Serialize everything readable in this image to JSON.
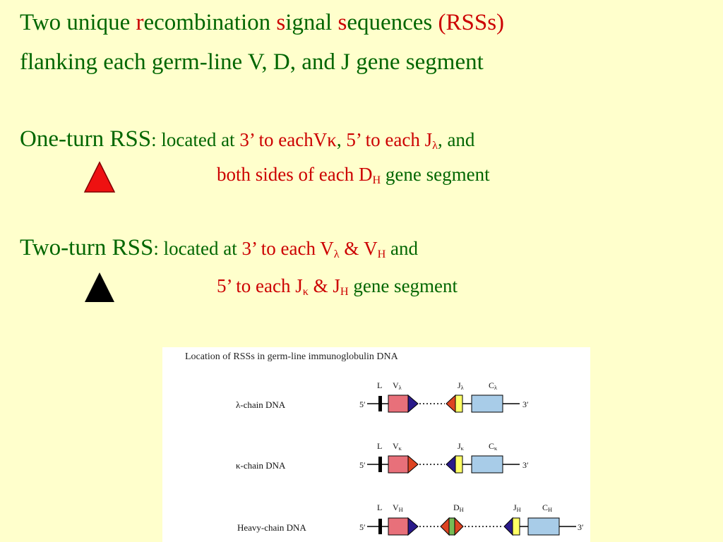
{
  "title": {
    "line1": {
      "a": "Two unique ",
      "r1": "r",
      "b": "ecombination ",
      "s1": "s",
      "c": "ignal ",
      "s2": "s",
      "d": "equences ",
      "e": "(RSSs)"
    },
    "line2": "flanking each germ-line V, D, and J gene segment"
  },
  "one_turn": {
    "label": "One-turn RSS",
    "colon": ": ",
    "loc": "located at ",
    "p1": "3’ to eachV",
    "kappa": "κ",
    "comma1": ",",
    "p2": " 5’ to each J",
    "lambda": "λ",
    "and": ", and",
    "line2a": "both sides of each D",
    "sub_h": "H",
    "line2b": " gene segment",
    "symbol_color": "#ee1111"
  },
  "two_turn": {
    "label": "Two-turn RSS",
    "colon": ": ",
    "loc": "located at ",
    "p1": "3’ to each V",
    "lambda": "λ",
    "amp1": " & V",
    "sub_h1": "H",
    "and": " and",
    "line2a": "5’ to each J",
    "kappa": "κ",
    "amp2": " & J",
    "sub_h2": "H",
    "line2b": " gene segment",
    "symbol_color": "#000000"
  },
  "figure": {
    "title": "Location of RSSs in germ-line immunoglobulin DNA",
    "rows": [
      {
        "label": "λ-chain  DNA",
        "five": "5′",
        "three": "3′",
        "L": "L",
        "V": "V",
        "V_sub": "λ",
        "J": "J",
        "J_sub": "λ",
        "C": "C",
        "C_sub": "λ"
      },
      {
        "label": "κ-chain  DNA",
        "five": "5′",
        "three": "3′",
        "L": "L",
        "V": "V",
        "V_sub": "κ",
        "J": "J",
        "J_sub": "κ",
        "C": "C",
        "C_sub": "κ"
      },
      {
        "label": "Heavy-chain  DNA",
        "five": "5′",
        "three": "3′",
        "L": "L",
        "V": "V",
        "V_sub": "H",
        "D": "D",
        "D_sub": "H",
        "J": "J",
        "J_sub": "H",
        "C": "C",
        "C_sub": "H"
      }
    ],
    "colors": {
      "v_segment": "#e8707a",
      "j_segment": "#ffff66",
      "d_segment": "#77bb55",
      "c_segment": "#a8cce8",
      "one_turn": "#dd4422",
      "two_turn": "#2a1a8a"
    }
  }
}
